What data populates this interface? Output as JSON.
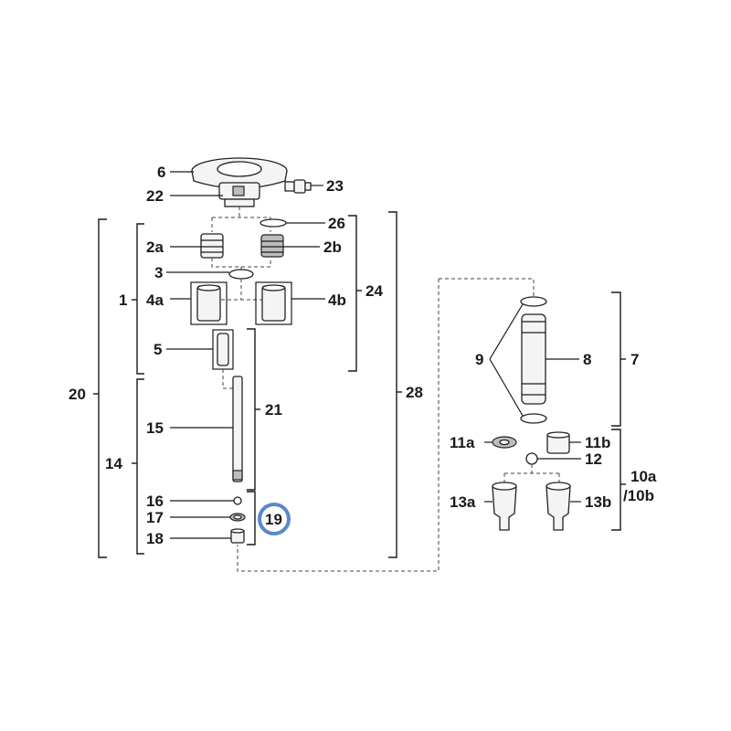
{
  "labels": {
    "l6": "6",
    "l22": "22",
    "l23": "23",
    "l26": "26",
    "l2a": "2a",
    "l2b": "2b",
    "l3": "3",
    "l1": "1",
    "l4a": "4a",
    "l4b": "4b",
    "l24": "24",
    "l5": "5",
    "l20": "20",
    "l21": "21",
    "l28": "28",
    "l15": "15",
    "l14": "14",
    "l16": "16",
    "l17": "17",
    "l19": "19",
    "l18": "18",
    "l9": "9",
    "l8": "8",
    "l7": "7",
    "l11a": "11a",
    "l11b": "11b",
    "l12": "12",
    "l10a": "10a",
    "l10b": "/10b",
    "l13a": "13a",
    "l13b": "13b"
  },
  "highlight": {
    "part": "19",
    "color": "#5b88c8"
  }
}
